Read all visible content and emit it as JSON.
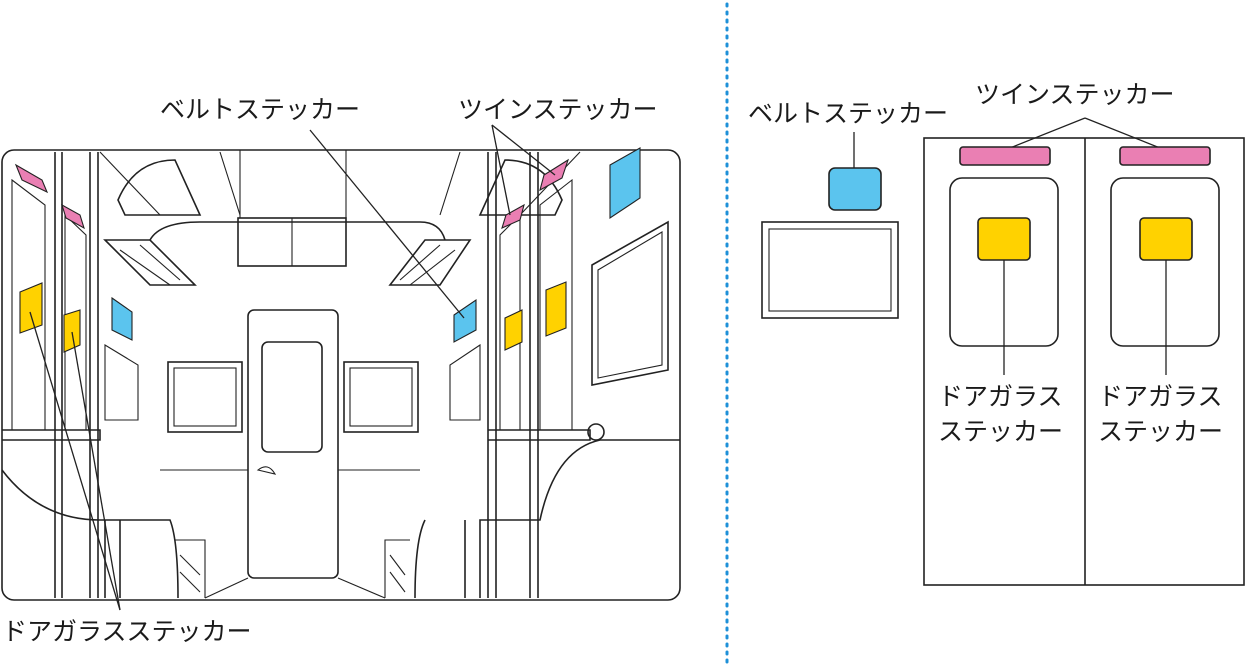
{
  "colors": {
    "belt": "#5bc4ee",
    "twin": "#ea7fb3",
    "door_glass": "#ffd200",
    "divider": "#1e90d8",
    "stroke": "#222222"
  },
  "left_labels": {
    "belt": "ベルトステッカー",
    "twin": "ツインステッカー",
    "door_glass": "ドアガラスステッカー"
  },
  "right_labels": {
    "belt": "ベルトステッカー",
    "twin": "ツインステッカー",
    "door_glass_left": [
      "ドアガラス",
      "ステッカー"
    ],
    "door_glass_right": [
      "ドアガラス",
      "ステッカー"
    ]
  }
}
